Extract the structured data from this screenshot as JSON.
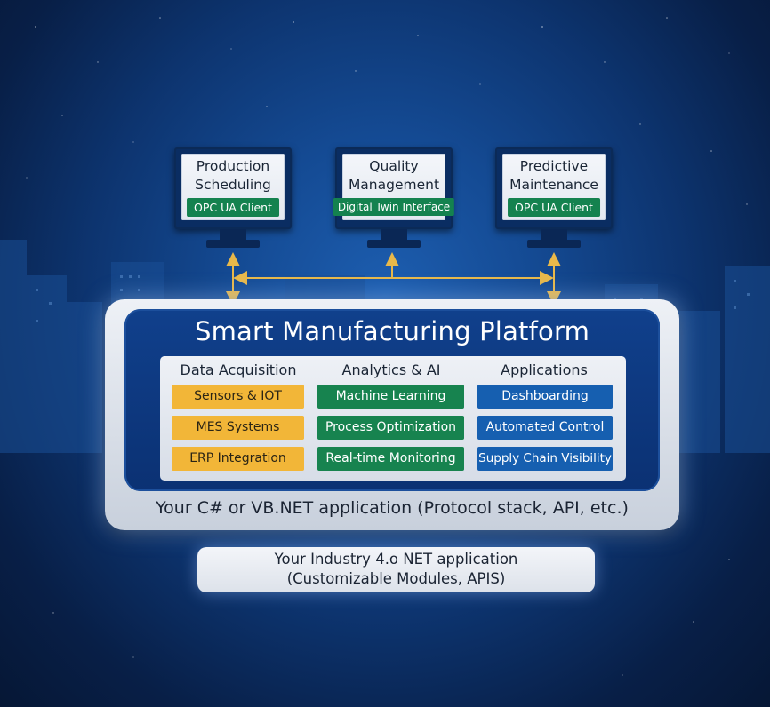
{
  "monitors": [
    {
      "title_line1": "Production",
      "title_line2": "Scheduling",
      "tag": "OPC UA Client"
    },
    {
      "title_line1": "Quality",
      "title_line2": "Management",
      "tag": "Digital Twin Interface"
    },
    {
      "title_line1": "Predictive",
      "title_line2": "Maintenance",
      "tag": "OPC UA Client"
    }
  ],
  "platform": {
    "title": "Smart Manufacturing Platform",
    "columns": [
      {
        "heading": "Data Acquisition",
        "color": "#f2b638",
        "items": [
          "Sensors & IOT",
          "MES Systems",
          "ERP Integration"
        ]
      },
      {
        "heading": "Analytics & AI",
        "color": "#17834f",
        "items": [
          "Machine Learning",
          "Process Optimization",
          "Real-time Monitoring"
        ]
      },
      {
        "heading": "Applications",
        "color": "#165fb0",
        "items": [
          "Dashboarding",
          "Automated Control",
          "Supply Chain Visibility"
        ]
      }
    ],
    "footer": "Your C# or VB.NET application (Protocol stack, API, etc.)"
  },
  "bottom_box": {
    "line1": "Your Industry 4.o NET application",
    "line2": "(Customizable Modules, APIS)"
  },
  "colors": {
    "background": "#0d346f",
    "connector": "#e8b84a",
    "tag_green": "#14824f",
    "platform_blue": "#10408c"
  }
}
